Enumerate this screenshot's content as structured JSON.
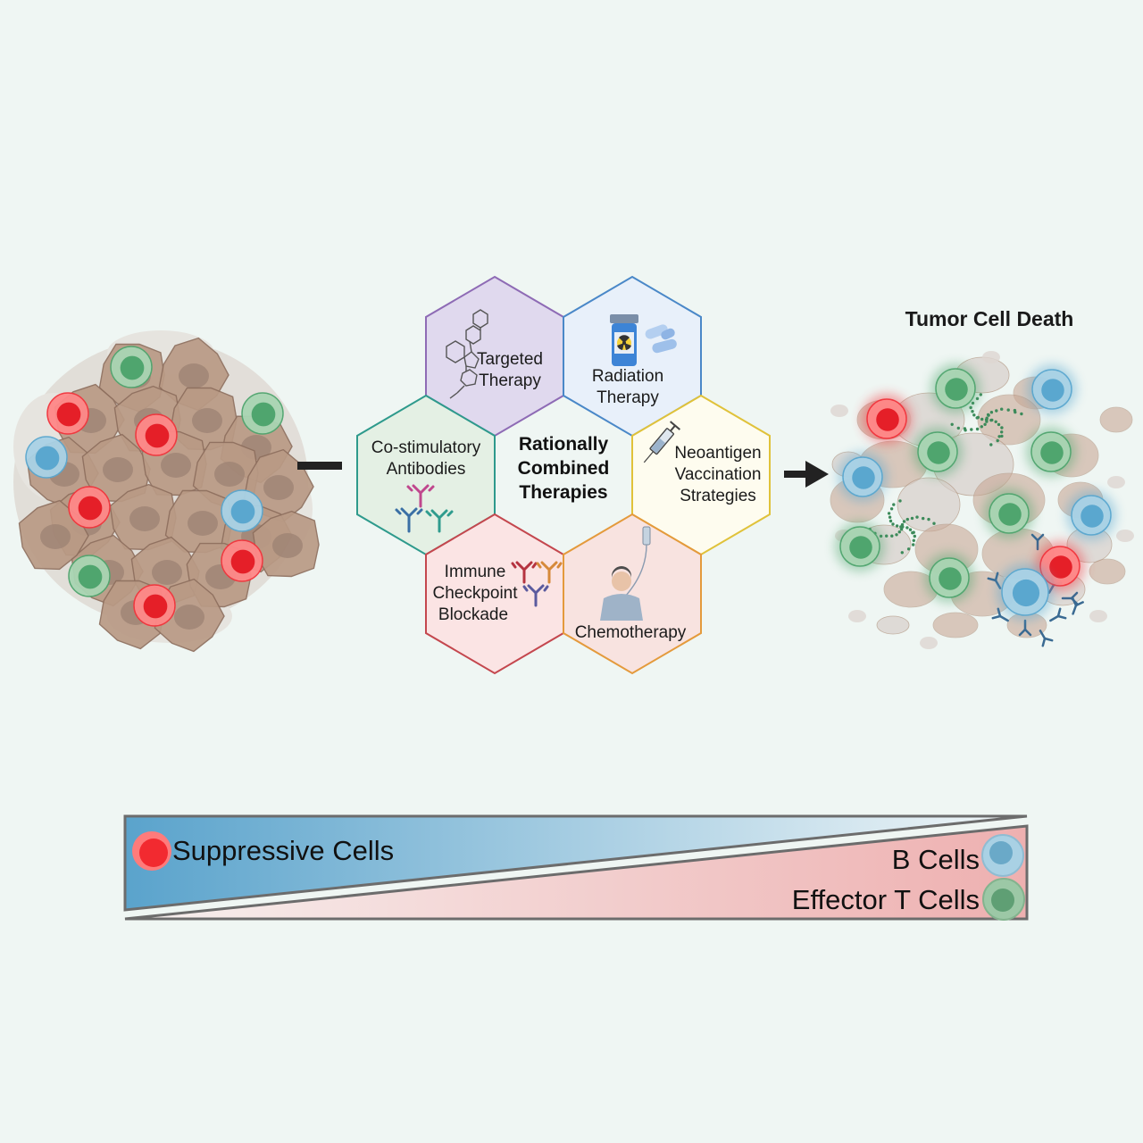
{
  "center": {
    "line1": "Rationally",
    "line2": "Combined",
    "line3": "Therapies"
  },
  "therapies": [
    {
      "id": "targeted",
      "lines": [
        "Targeted",
        "Therapy"
      ],
      "stroke": "#8e6bb5",
      "fill": "#e0d9ee"
    },
    {
      "id": "radiation",
      "lines": [
        "Radiation",
        "Therapy"
      ],
      "stroke": "#4a88c8",
      "fill": "#e8f0fa"
    },
    {
      "id": "costim",
      "lines": [
        "Co-stimulatory",
        "Antibodies"
      ],
      "stroke": "#2e9a8c",
      "fill": "#e4f0e4"
    },
    {
      "id": "neoantigen",
      "lines": [
        "Neoantigen",
        "Vaccination",
        "Strategies"
      ],
      "stroke": "#e0c23a",
      "fill": "#fefcef"
    },
    {
      "id": "checkpoint",
      "lines": [
        "Immune",
        "Checkpoint",
        "Blockade"
      ],
      "stroke": "#c4474e",
      "fill": "#fbe4e4"
    },
    {
      "id": "chemo",
      "lines": [
        "Chemotherapy"
      ],
      "stroke": "#e49a3c",
      "fill": "#f8e3e0"
    }
  ],
  "result": {
    "title": "Tumor Cell Death"
  },
  "legend": {
    "suppressive": "Suppressive Cells",
    "b_cells": "B Cells",
    "effector": "Effector T Cells"
  },
  "colors": {
    "suppressive": "#f2343c",
    "b_cell": "#5aa7cf",
    "effector": "#4fa56e",
    "tumor": "#b99a85",
    "blue_wedge": "#5aa3cc",
    "pink_wedge": "#eeb0b0"
  }
}
